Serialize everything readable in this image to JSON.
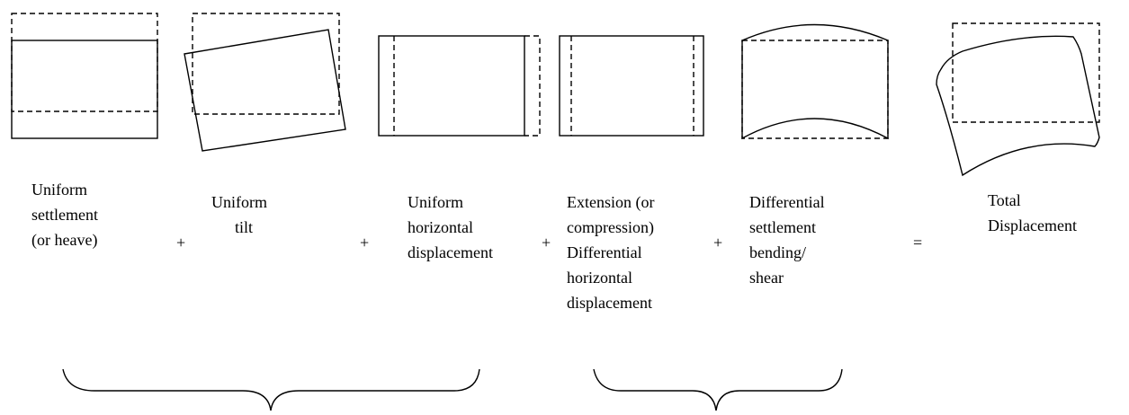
{
  "panels": [
    {
      "id": "uniform-settlement",
      "caption": [
        "Uniform",
        "settlement",
        "(or heave)"
      ]
    },
    {
      "id": "uniform-tilt",
      "caption": [
        "Uniform",
        "tilt"
      ]
    },
    {
      "id": "uniform-horizontal-displacement",
      "caption": [
        "Uniform",
        "horizontal",
        "displacement"
      ]
    },
    {
      "id": "extension-differential-horizontal",
      "caption": [
        "Extension (or",
        "compression)",
        "Differential",
        "horizontal",
        "displacement"
      ]
    },
    {
      "id": "differential-settlement",
      "caption": [
        "Differential",
        "settlement",
        "bending/",
        "shear"
      ]
    },
    {
      "id": "total-displacement",
      "caption": [
        "Total",
        "Displacement"
      ]
    }
  ],
  "operators": [
    "+",
    "+",
    "+",
    "+",
    "="
  ],
  "line_styles": {
    "original_shape": "dashed",
    "displaced_shape": "solid"
  },
  "colors": {
    "stroke": "#000000",
    "background": "#ffffff"
  }
}
